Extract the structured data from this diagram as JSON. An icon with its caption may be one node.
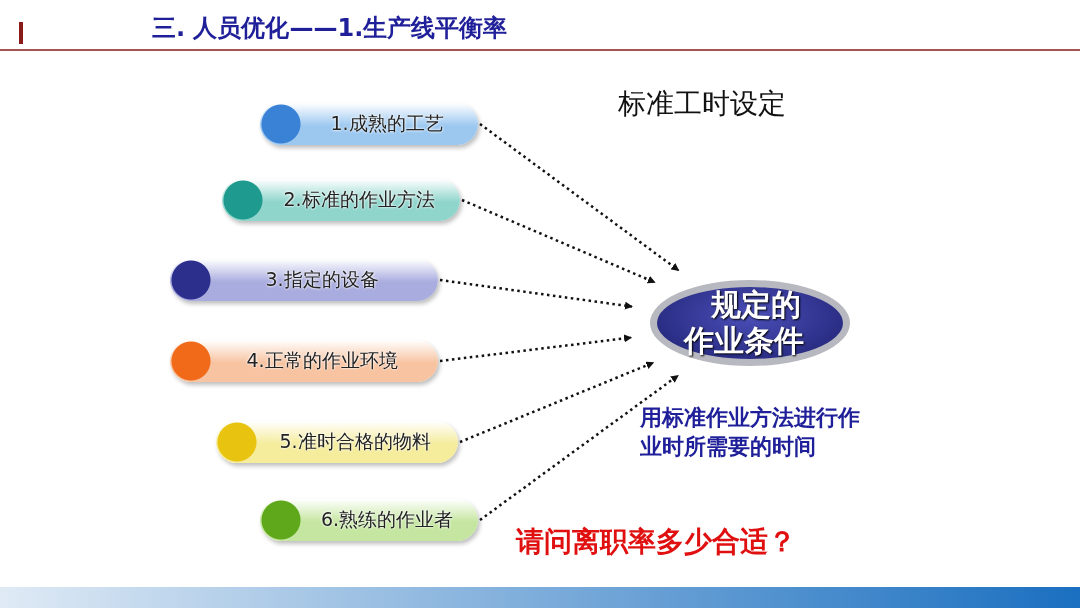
{
  "diagram": {
    "title": "三. 人员优化——1.生产线平衡率",
    "nodes": [
      {
        "text": [
          "1.成熟的工艺"
        ]
      },
      {
        "text": [
          "2.标准的作业方法"
        ]
      },
      {
        "text": [
          "3.指定的设备"
        ]
      },
      {
        "text": [
          "4.正常的作业环境"
        ]
      },
      {
        "text": [
          "5.准时合格的物料"
        ]
      },
      {
        "text": [
          "6.熟练的作业者"
        ]
      },
      {
        "text": [
          "规定的作业条件"
        ]
      }
    ],
    "edges": [
      {
        "from": 0,
        "to": 6,
        "arrow": "to",
        "style": "dashed"
      },
      {
        "from": 1,
        "to": 6,
        "arrow": "to",
        "style": "dashed"
      },
      {
        "from": 2,
        "to": 6,
        "arrow": "to",
        "style": "dashed"
      },
      {
        "from": 3,
        "to": 6,
        "arrow": "to",
        "style": "dashed"
      },
      {
        "from": 4,
        "to": 6,
        "arrow": "to",
        "style": "dashed"
      },
      {
        "from": 5,
        "to": 6,
        "arrow": "to",
        "style": "dashed"
      }
    ],
    "labels": [
      "标准工时设定",
      "用标准作业方法进行作业时所需要的时间",
      "请问离职率多少合适？"
    ]
  }
}
